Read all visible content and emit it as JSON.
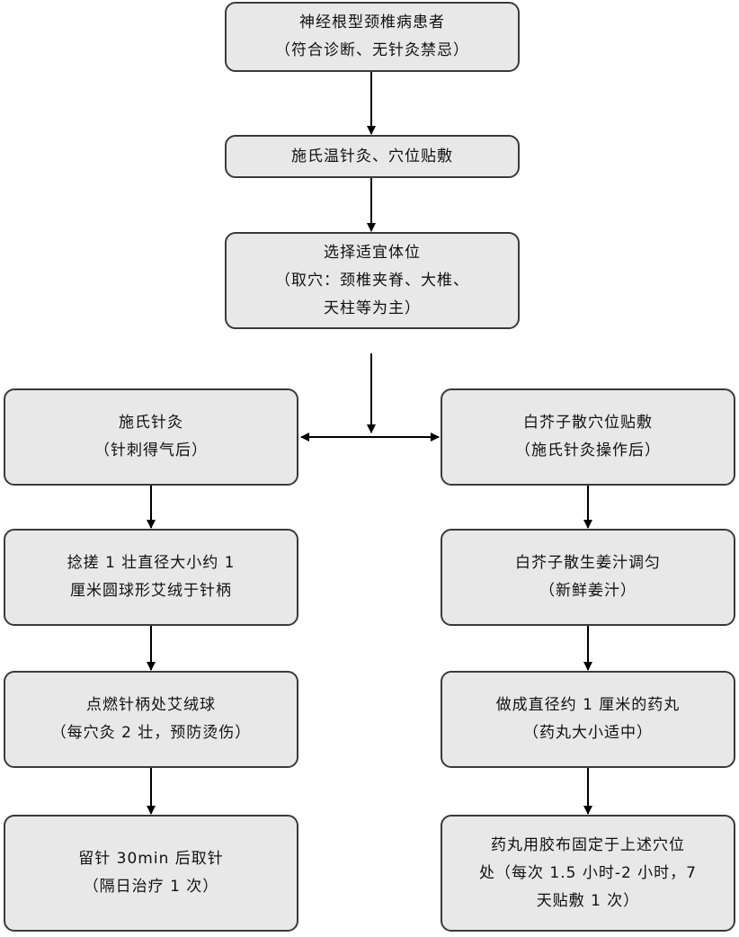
{
  "flowchart": {
    "top": [
      {
        "lines": [
          "神经根型颈椎病患者",
          "（符合诊断、无针灸禁忌）"
        ]
      },
      {
        "lines": [
          "施氏温针灸、穴位贴敷"
        ]
      },
      {
        "lines": [
          "选择适宜体位",
          "（取穴：颈椎夹脊、大椎、",
          "天柱等为主）"
        ]
      }
    ],
    "left": [
      {
        "lines": [
          "施氏针灸",
          "（针刺得气后）"
        ]
      },
      {
        "lines": [
          "捻搓 1 壮直径大小约 1",
          "厘米圆球形艾绒于针柄"
        ]
      },
      {
        "lines": [
          "点燃针柄处艾绒球",
          "（每穴灸 2 壮，预防烫伤）"
        ]
      },
      {
        "lines": [
          "留针 30min 后取针",
          "（隔日治疗 1 次）"
        ]
      }
    ],
    "right": [
      {
        "lines": [
          "白芥子散穴位贴敷",
          "（施氏针灸操作后）"
        ]
      },
      {
        "lines": [
          "白芥子散生姜汁调匀",
          "（新鲜姜汁）"
        ]
      },
      {
        "lines": [
          "做成直径约 1 厘米的药丸",
          "（药丸大小适中）"
        ]
      },
      {
        "lines": [
          "药丸用胶布固定于上述穴位",
          "处（每次 1.5 小时-2 小时，7",
          "天贴敷 1 次）"
        ]
      }
    ]
  },
  "colors": {
    "box_fill": "#e8e8e8",
    "box_border": "#3a3a3a",
    "arrow": "#000000"
  }
}
